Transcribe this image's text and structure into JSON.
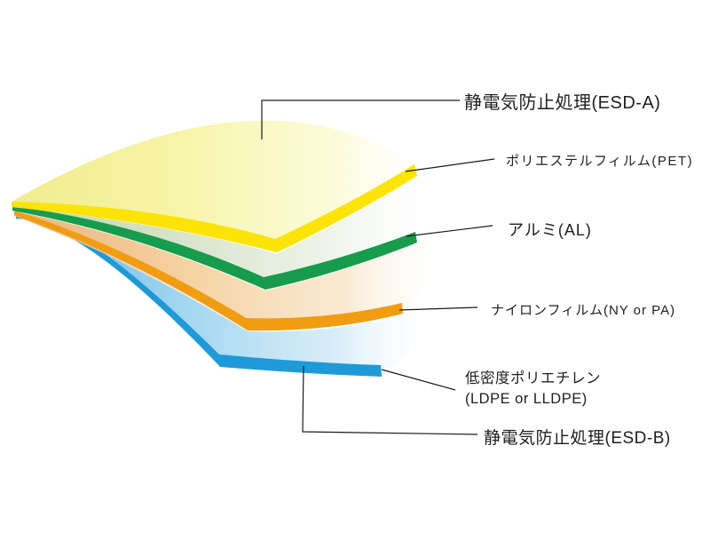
{
  "background_color": "#ffffff",
  "text_color": "#1f1f1f",
  "leader_line_color": "#1a1a1a",
  "diagram": {
    "kind": "laminate-film-layer-stack",
    "layer_count_sheets": 4,
    "label_count": 6
  },
  "layers": [
    {
      "name": "esd-a-coating",
      "label": "静電気防止処理(ESD-A)",
      "points_to": "top-surface",
      "surface_tint": "#f0ec8e"
    },
    {
      "name": "pet-film",
      "label": "ポリエステルフィルム(PET)",
      "points_to": "yellow-edge",
      "color": "#fbe406",
      "surface_tint": "#f0ec8e"
    },
    {
      "name": "aluminum",
      "label": "アルミ(AL)",
      "points_to": "green-edge",
      "color": "#169c4c",
      "surface_tint": "#c4d8a0"
    },
    {
      "name": "nylon-film",
      "label": "ナイロンフィルム(NY or PA)",
      "points_to": "orange-edge",
      "color": "#f09d12",
      "surface_tint": "#ecb47a"
    },
    {
      "name": "ldpe-film",
      "label_line1": "低密度ポリエチレン",
      "label_line2": "(LDPE or LLDPE)",
      "points_to": "blue-edge",
      "color": "#1f9ad9",
      "surface_tint": "#5fb2e0"
    },
    {
      "name": "esd-b-coating",
      "label": "静電気防止処理(ESD-B)",
      "points_to": "bottom-surface"
    }
  ]
}
